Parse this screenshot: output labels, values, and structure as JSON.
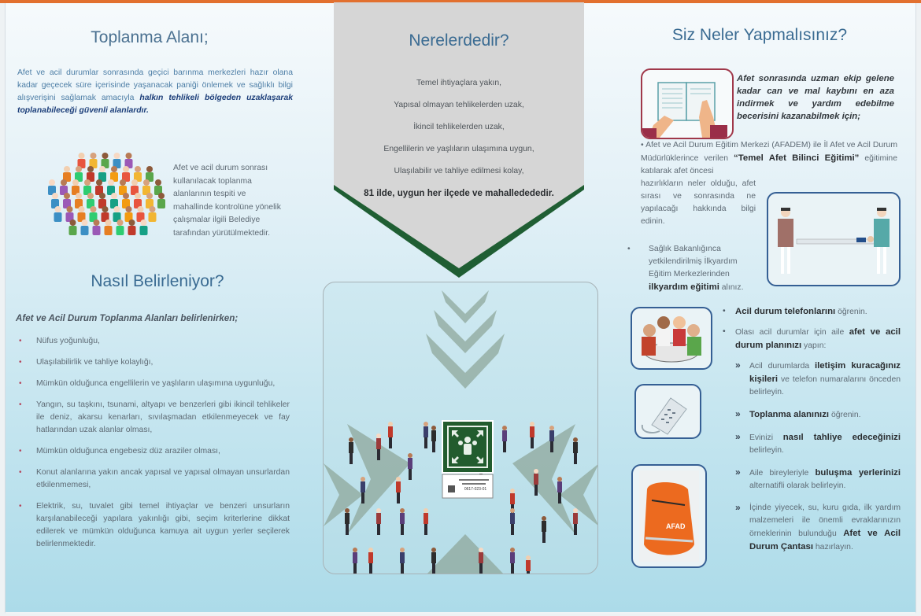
{
  "colors": {
    "top_bar": "#e2702f",
    "heading_blue": "#3a6b92",
    "body_blue": "#4d7ea6",
    "emphasis_navy": "#1d3f7a",
    "panel_grey": "#d6d6d6",
    "chevron_green": "#1f5e33",
    "sign_green": "#225c2e",
    "frame_blue": "#355f94",
    "frame_red": "#a0384a"
  },
  "left": {
    "title": "Toplanma Alanı;",
    "intro_plain": "Afet ve acil durumlar sonrasında geçici barınma merkezleri hazır olana kadar geçecek süre içerisinde yaşanacak paniği önlemek ve sağlıklı bilgi alışverişini sağlamak amacıyla ",
    "intro_emphasis": "halkın tehlikeli bölgeden uzaklaşarak toplanabileceği güvenli alanlardır.",
    "crowd_image_label": "crowd-illustration",
    "crowd_text": "Afet ve acil durum sonrası kullanılacak toplanma alanlarının tespiti ve mahallinde kontrolüne yönelik çalışmalar ilgili Belediye tarafından yürütülmektedir.",
    "section_title": "Nasıl Belirleniyor?",
    "criteria_heading": "Afet ve Acil Durum Toplanma Alanları belirlenirken;",
    "criteria": [
      "Nüfus yoğunluğu,",
      "Ulaşılabilirlik ve tahliye kolaylığı,",
      "Mümkün olduğunca engellilerin ve yaşlıların ulaşımına uygunluğu,",
      "Yangın, su taşkını, tsunami, altyapı ve benzerleri gibi ikincil tehlikeler ile deniz, akarsu kenarları, sıvılaşmadan etkilenmeyecek ve fay hatlarından uzak alanlar olması,",
      "Mümkün olduğunca engebesiz düz araziler olması,",
      "Konut alanlarına yakın ancak yapısal ve yapısal olmayan unsurlardan etkilenmemesi,",
      "Elektrik, su, tuvalet gibi temel ihtiyaçlar ve benzeri unsurların karşılanabileceği yapılara yakınlığı gibi, seçim kriterlerine dikkat edilerek ve mümkün olduğunca  kamuya ait uygun yerler seçilerek belirlenmektedir."
    ]
  },
  "middle": {
    "title": "Nerelerdedir?",
    "items": [
      "Temel ihtiyaçlara yakın,",
      "Yapısal olmayan tehlikelerden uzak,",
      "İkincil tehlikelerden uzak,",
      "Engellilerin ve yaşlıların ulaşımına uygun,",
      "Ulaşılabilir ve tahliye edilmesi kolay,"
    ],
    "highlight": "81 ilde, uygun her ilçede ve mahalledededir.",
    "illustration_label": "assembly-area-illustration",
    "sign_code": "0617-023-01"
  },
  "right": {
    "title": "Siz Neler Yapmalısınız?",
    "why": "Afet sonrasında uzman ekip gelene kadar can ve mal kaybını en aza indirmek ve yardım edebilme becerisini kazanabilmek için;",
    "afadem_pre": "• Afet ve Acil Durum Eğitim Merkezi (AFADEM) ile İl Afet ve Acil Durum Müdürlüklerince verilen ",
    "afadem_bold": "“Temel Afet Bilinci Eğitimi”",
    "afadem_post": " eğitimine katılarak afet öncesi",
    "afadem_cont": "hazırlıkların neler olduğu, afet sırası ve sonrasında ne yapılacağı hakkında bilgi edinin.",
    "ilkyardim_pre": "Sağlık Bakanlığınca yetkilendirilmiş İlkyardım Eğitim Merkezlerinden ",
    "ilkyardim_bold": "ilkyardım eğitimi",
    "ilkyardim_post": " alınız.",
    "todo": [
      {
        "level": 1,
        "bold": "Acil durum telefonlarını",
        "text": " öğrenin.",
        "pre": ""
      },
      {
        "level": 1,
        "pre": "Olası acil durumlar için aile ",
        "bold": "afet ve acil durum planınızı",
        "text": " yapın:"
      },
      {
        "level": 2,
        "pre": "Acil durumlarda ",
        "bold": "iletişim kuracağınız kişileri",
        "text": " ve telefon numaralarını önceden belirleyin."
      },
      {
        "level": 2,
        "pre": "",
        "bold": "Toplanma alanınızı",
        "text": " öğrenin."
      },
      {
        "level": 2,
        "pre": "Evinizi ",
        "bold": "nasıl tahliye edeceğinizi",
        "text": " belirleyin."
      },
      {
        "level": 2,
        "pre": "Aile bireyleriyle ",
        "bold": "buluşma yerlerinizi",
        "text": " alternatifli olarak belirleyin."
      },
      {
        "level": 2,
        "pre": "İçinde yiyecek, su, kuru gıda, ilk yardım malzemeleri ile önemli evraklarınızın örneklerinin bulunduğu ",
        "bold": "Afet ve Acil Durum Çantası",
        "text": " hazırlayın."
      }
    ],
    "bag_label": "AFAD"
  }
}
